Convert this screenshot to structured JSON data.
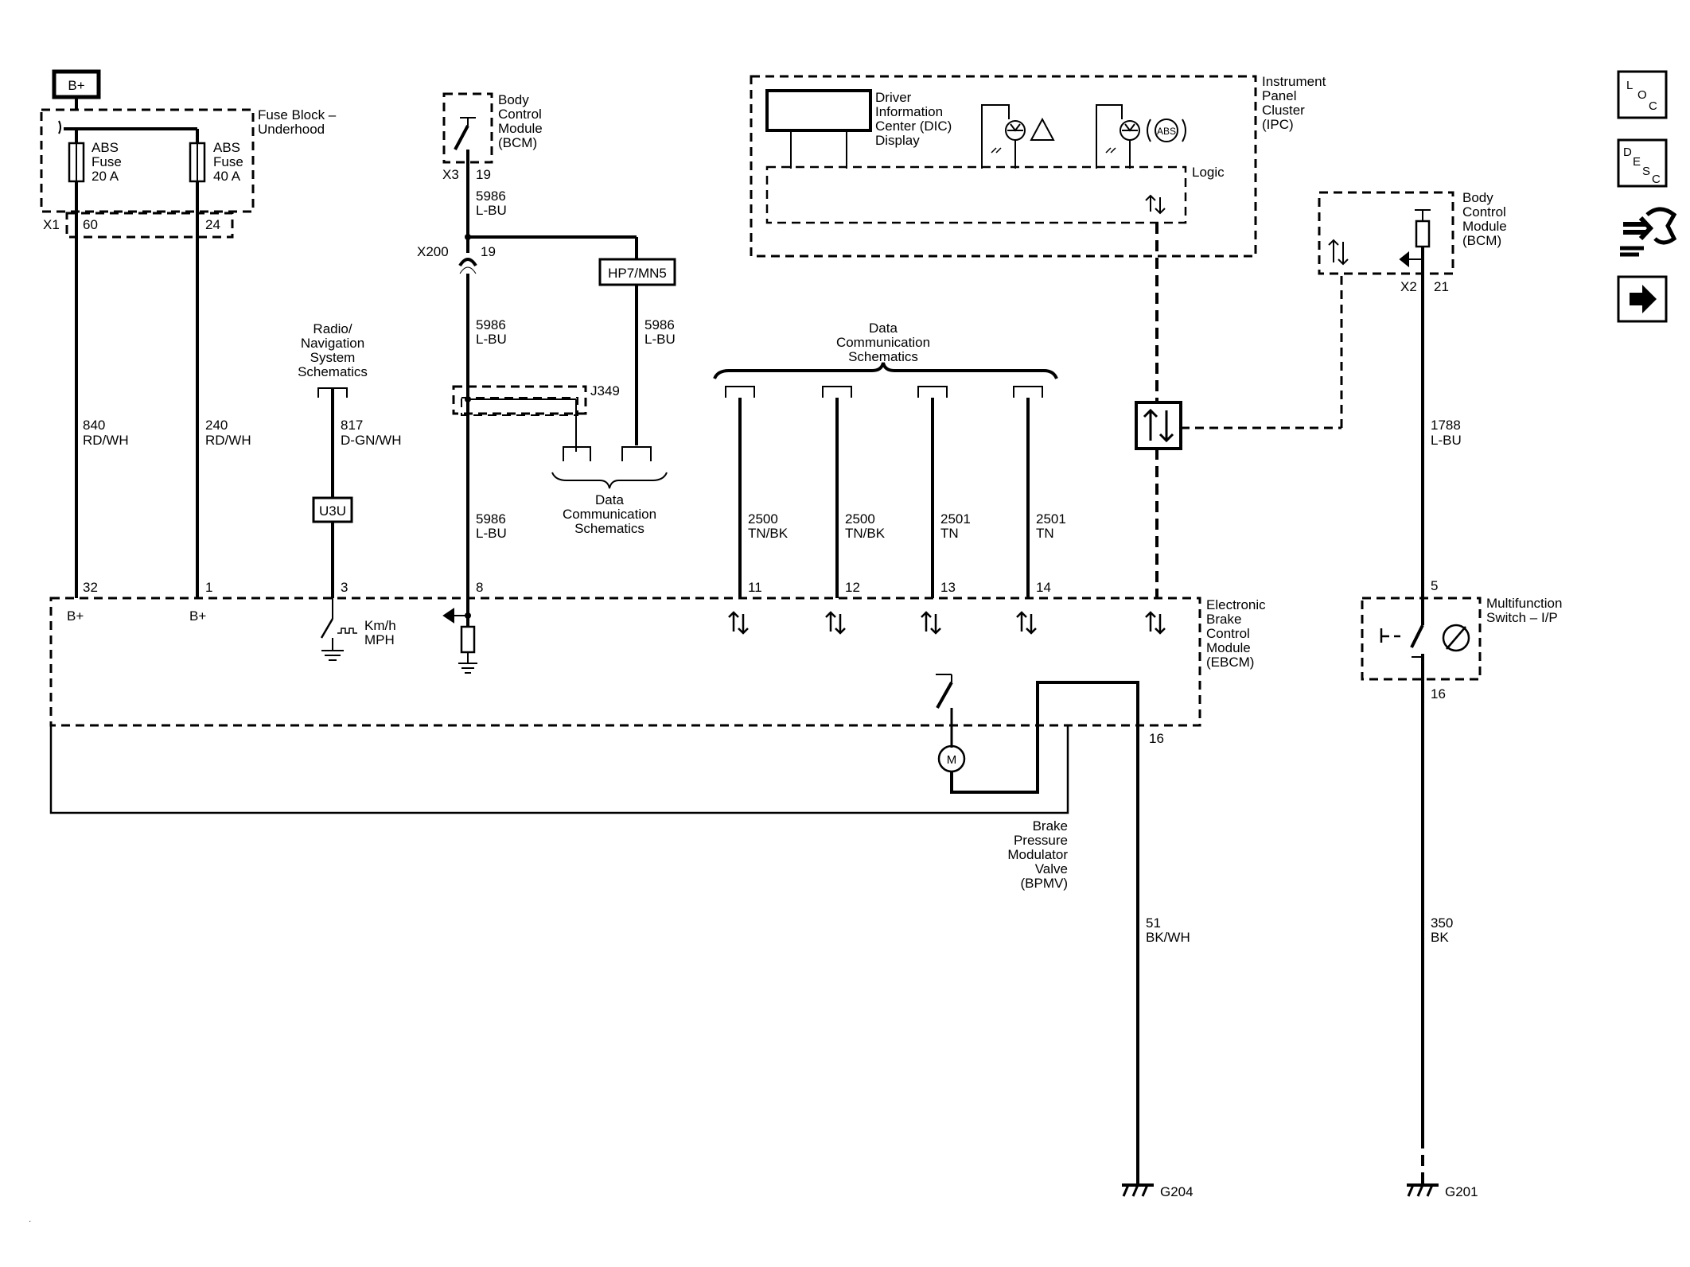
{
  "power": {
    "label": "B+"
  },
  "fuse_block": {
    "title": [
      "Fuse Block –",
      "Underhood"
    ],
    "fuse1": [
      "ABS",
      "Fuse",
      "20 A"
    ],
    "fuse2": [
      "ABS",
      "Fuse",
      "40 A"
    ],
    "connector": "X1",
    "pin_a": "60",
    "pin_b": "24"
  },
  "bcm_top": {
    "title": [
      "Body",
      "Control",
      "Module",
      "(BCM)"
    ],
    "connector": "X3",
    "pin": "19"
  },
  "splice": {
    "name": "X200",
    "pin": "19"
  },
  "option_box": {
    "label": "HP7/MN5"
  },
  "j349": {
    "label": "J349"
  },
  "wires": {
    "w840": [
      "840",
      "RD/WH"
    ],
    "w240": [
      "240",
      "RD/WH"
    ],
    "w817": [
      "817",
      "D-GN/WH"
    ],
    "w5986_a": [
      "5986",
      "L-BU"
    ],
    "w5986_b": [
      "5986",
      "L-BU"
    ],
    "w5986_c": [
      "5986",
      "L-BU"
    ],
    "w5986_d": [
      "5986",
      "L-BU"
    ],
    "w2500_a": [
      "2500",
      "TN/BK"
    ],
    "w2500_b": [
      "2500",
      "TN/BK"
    ],
    "w2501_a": [
      "2501",
      "TN"
    ],
    "w2501_b": [
      "2501",
      "TN"
    ],
    "w1788": [
      "1788",
      "L-BU"
    ],
    "w51": [
      "51",
      "BK/WH"
    ],
    "w350": [
      "350",
      "BK"
    ]
  },
  "radio_ref": [
    "Radio/",
    "Navigation",
    "System",
    "Schematics"
  ],
  "u3u": {
    "label": "U3U"
  },
  "data_comm_left": [
    "Data",
    "Communication",
    "Schematics"
  ],
  "data_comm_center": [
    "Data",
    "Communication",
    "Schematics"
  ],
  "ipc": {
    "title": [
      "Instrument",
      "Panel",
      "Cluster",
      "(IPC)"
    ],
    "dic": [
      "Driver",
      "Information",
      "Center (DIC)",
      "Display"
    ],
    "logic": "Logic",
    "abs_text": "ABS"
  },
  "bcm_right": {
    "title": [
      "Body",
      "Control",
      "Module",
      "(BCM)"
    ],
    "connector": "X2",
    "pin": "21"
  },
  "ebcm": {
    "title": [
      "Electronic",
      "Brake",
      "Control",
      "Module",
      "(EBCM)"
    ],
    "pins": [
      "32",
      "1",
      "3",
      "8",
      "11",
      "12",
      "13",
      "14",
      "16"
    ],
    "bplus_a": "B+",
    "bplus_b": "B+",
    "speed_label": [
      "Km/h",
      "MPH"
    ]
  },
  "bpmv": {
    "title": [
      "Brake",
      "Pressure",
      "Modulator",
      "Valve",
      "(BPMV)"
    ],
    "motor": "M"
  },
  "mfs": {
    "title": [
      "Multifunction",
      "Switch – I/P"
    ],
    "pin_top": "5",
    "pin_bottom": "16"
  },
  "grounds": {
    "g1": "G204",
    "g2": "G201"
  },
  "nav_icons": {
    "loc": [
      "L",
      "O",
      "C"
    ],
    "desc": [
      "D",
      "E",
      "S",
      "C"
    ],
    "icon3": "connector-hand-icon",
    "icon4": "arrow-right-icon"
  }
}
